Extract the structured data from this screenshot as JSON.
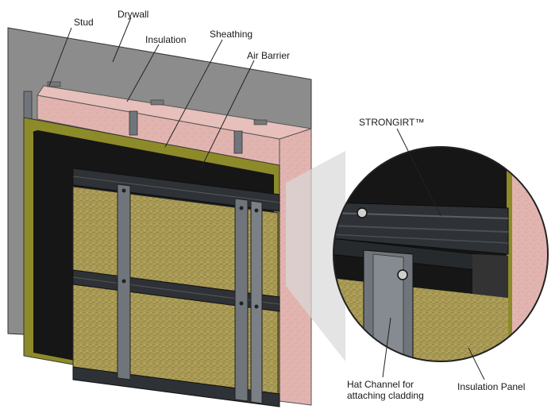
{
  "labels": {
    "stud": "Stud",
    "drywall": "Drywall",
    "insulation": "Insulation",
    "sheathing": "Sheathing",
    "air_barrier": "Air Barrier",
    "strongirt": "STRONGIRT™",
    "hat_channel": "Hat Channel for\nattaching cladding",
    "insulation_panel": "Insulation Panel"
  },
  "colors": {
    "drywall": "#8c8c8c",
    "insulation_pink": "#e2b4b0",
    "sheathing": "#8d8a2a",
    "air_barrier": "#161616",
    "mineral_wool": "#a99a55",
    "steel": "#6f757a",
    "girt": "#2e3236"
  }
}
